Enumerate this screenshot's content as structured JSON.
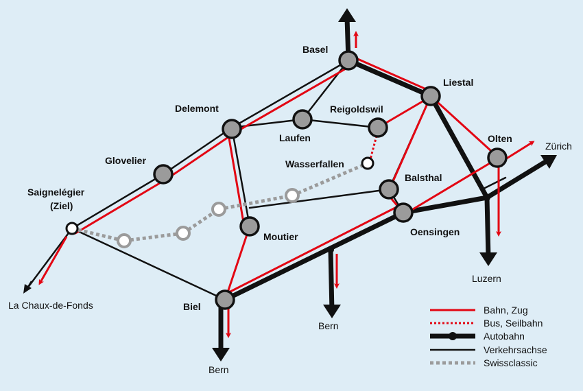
{
  "colors": {
    "background": "#deedf6",
    "rail": "#e30613",
    "road": "#111111",
    "swissclassic": "#9b9b9b",
    "station": "#9b9b9b"
  },
  "stations": {
    "basel": "Basel",
    "liestal": "Liestal",
    "delemont": "Delemont",
    "reigoldswil": "Reigoldswil",
    "laufen": "Laufen",
    "olten": "Olten",
    "glovelier": "Glovelier",
    "wasserfallen": "Wasserfallen",
    "balsthal": "Balsthal",
    "saignelegier": "Saignelégier",
    "saignelegier_sub": "(Ziel)",
    "oensingen": "Oensingen",
    "moutier": "Moutier",
    "biel": "Biel"
  },
  "destinations": {
    "zurich": "Zürich",
    "luzern": "Luzern",
    "chaux_de_fonds": "La Chaux-de-Fonds",
    "bern_mid": "Bern",
    "bern_biel": "Bern"
  },
  "legend": {
    "rail": "Bahn, Zug",
    "bus": "Bus, Seilbahn",
    "motorway": "Autobahn",
    "traffic_axis": "Verkehrsachse",
    "swissclassic": "Swissclassic"
  }
}
